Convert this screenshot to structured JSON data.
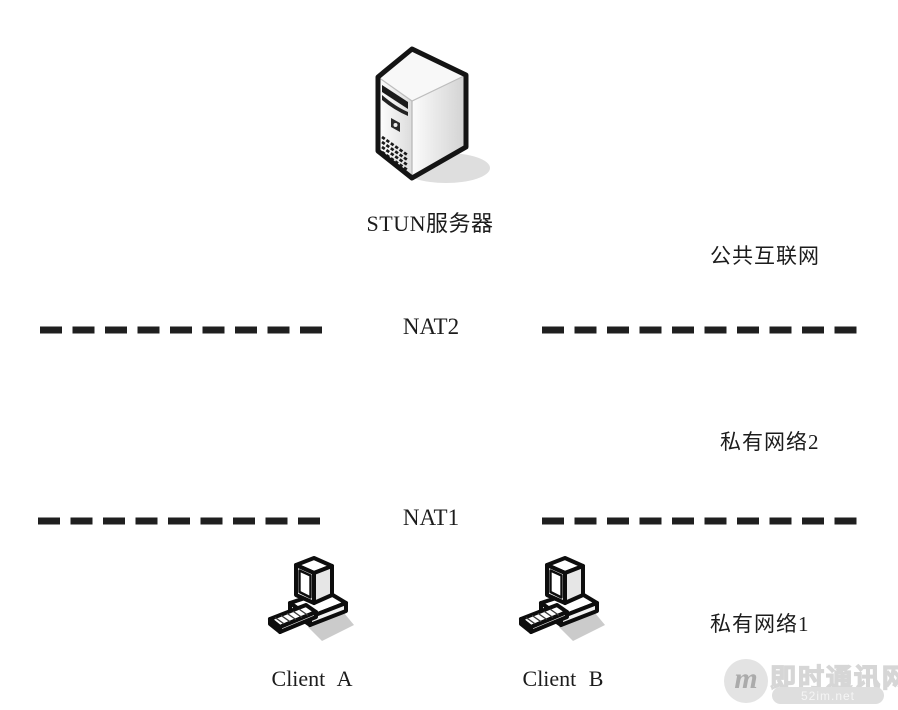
{
  "diagram": {
    "server": {
      "label": "STUN服务器"
    },
    "zones": {
      "public": "公共互联网",
      "private2": "私有网络2",
      "private1": "私有网络1"
    },
    "nat2": {
      "label": "NAT2"
    },
    "nat1": {
      "label": "NAT1"
    },
    "clients": [
      {
        "label": "Client A"
      },
      {
        "label": "Client B"
      }
    ]
  },
  "watermark": {
    "logo_letter": "m",
    "site_name": "即时通讯网",
    "site_url": "52im.net"
  },
  "colors": {
    "background": "#ffffff",
    "line": "#1f1f1f",
    "text": "#1c1c1c",
    "icon_outline": "#141414",
    "watermark_gray": "#d9d9d9"
  }
}
